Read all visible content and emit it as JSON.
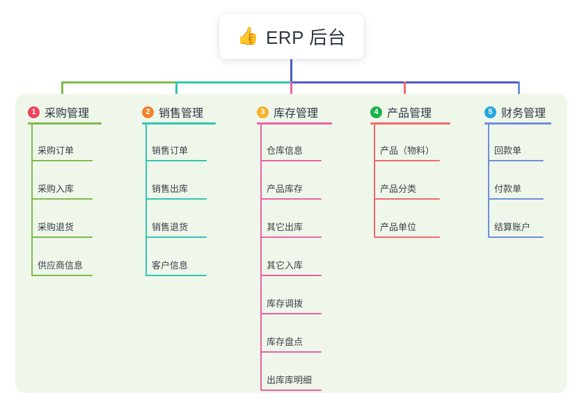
{
  "root": {
    "icon": "thumbs-up-icon",
    "icon_glyph": "👍",
    "title": "ERP 后台"
  },
  "theme": {
    "canvas_bg": "#ffffff",
    "panel_bg": "#eef7ea",
    "title_text": "#2f3640",
    "leaf_text": "#3a3f47",
    "trunk_line": "#4d59c6"
  },
  "columns": [
    {
      "index": "1",
      "badge_glyph": "1",
      "badge_color": "#f0435d",
      "line_color": "#7fb94a",
      "title": "采购管理",
      "items": [
        "采购订单",
        "采购入库",
        "采购退货",
        "供应商信息"
      ]
    },
    {
      "index": "2",
      "badge_glyph": "2",
      "badge_color": "#f2822c",
      "line_color": "#2ec6b0",
      "title": "销售管理",
      "items": [
        "销售订单",
        "销售出库",
        "销售退货",
        "客户信息"
      ]
    },
    {
      "index": "3",
      "badge_glyph": "3",
      "badge_color": "#f7b32b",
      "line_color": "#ef5fa4",
      "title": "库存管理",
      "items": [
        "仓库信息",
        "产品库存",
        "其它出库",
        "其它入库",
        "库存调拨",
        "库存盘点",
        "出库库明细"
      ]
    },
    {
      "index": "4",
      "badge_glyph": "4",
      "badge_color": "#1ab34a",
      "line_color": "#f4666b",
      "title": "产品管理",
      "items": [
        "产品（物料）",
        "产品分类",
        "产品单位"
      ]
    },
    {
      "index": "5",
      "badge_glyph": "5",
      "badge_color": "#23a7e0",
      "line_color": "#6f8cdb",
      "title": "财务管理",
      "items": [
        "回款单",
        "付款单",
        "结算账户"
      ]
    }
  ],
  "connectors": {
    "trunk_color": "#4d59c6",
    "bar_left_color": "#7fb94a",
    "bar_mid_color": "#2ec6b0",
    "bar_right_color": "#4d59c6",
    "drop_colors": [
      "#7fb94a",
      "#2ec6b0",
      "#ef5fa4",
      "#f4666b",
      "#6f8cdb"
    ]
  }
}
